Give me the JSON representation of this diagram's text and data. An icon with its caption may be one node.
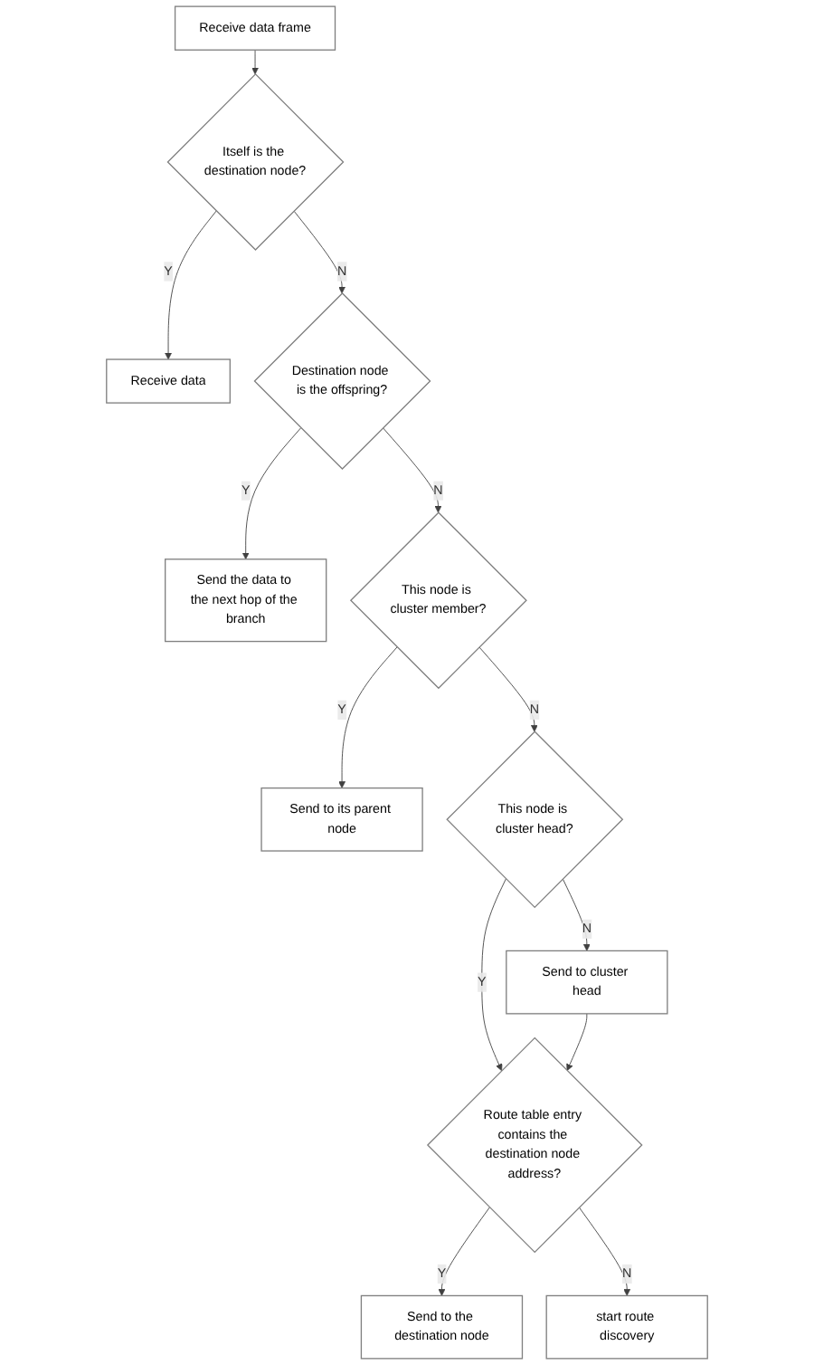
{
  "diagram": {
    "nodes": [
      {
        "text": [
          "Receive data frame"
        ]
      },
      {
        "text": [
          "Itself is the destination node?"
        ]
      },
      {
        "text": [
          "Receive data"
        ]
      },
      {
        "text": [
          "Destination node is the offspring?"
        ]
      },
      {
        "text": [
          "Send the data to the next hop of the branch"
        ]
      },
      {
        "text": [
          "This node is cluster member?"
        ]
      },
      {
        "text": [
          "Send to its parent node"
        ]
      },
      {
        "text": [
          "This node is cluster head?"
        ]
      },
      {
        "text": [
          "Send to cluster head"
        ]
      },
      {
        "text": [
          "Route table entry contains the destination node address?"
        ]
      },
      {
        "text": [
          "Send to the destination node"
        ]
      },
      {
        "text": [
          "start route discovery"
        ]
      }
    ],
    "edges": [
      {
        "from": 0,
        "to": 1,
        "arrow": "to"
      },
      {
        "from": 1,
        "to": 2,
        "arrow": "to",
        "label": "Y"
      },
      {
        "from": 1,
        "to": 3,
        "arrow": "to",
        "label": "N"
      },
      {
        "from": 3,
        "to": 4,
        "arrow": "to",
        "label": "Y"
      },
      {
        "from": 3,
        "to": 5,
        "arrow": "to",
        "label": "N"
      },
      {
        "from": 5,
        "to": 6,
        "arrow": "to",
        "label": "Y"
      },
      {
        "from": 5,
        "to": 7,
        "arrow": "to",
        "label": "N"
      },
      {
        "from": 7,
        "to": 8,
        "arrow": "to",
        "label": "N"
      },
      {
        "from": 7,
        "to": 9,
        "arrow": "to",
        "label": "Y"
      },
      {
        "from": 8,
        "to": 9,
        "arrow": "to"
      },
      {
        "from": 9,
        "to": 10,
        "arrow": "to",
        "label": "Y"
      },
      {
        "from": 9,
        "to": 11,
        "arrow": "to",
        "label": "N"
      }
    ]
  }
}
